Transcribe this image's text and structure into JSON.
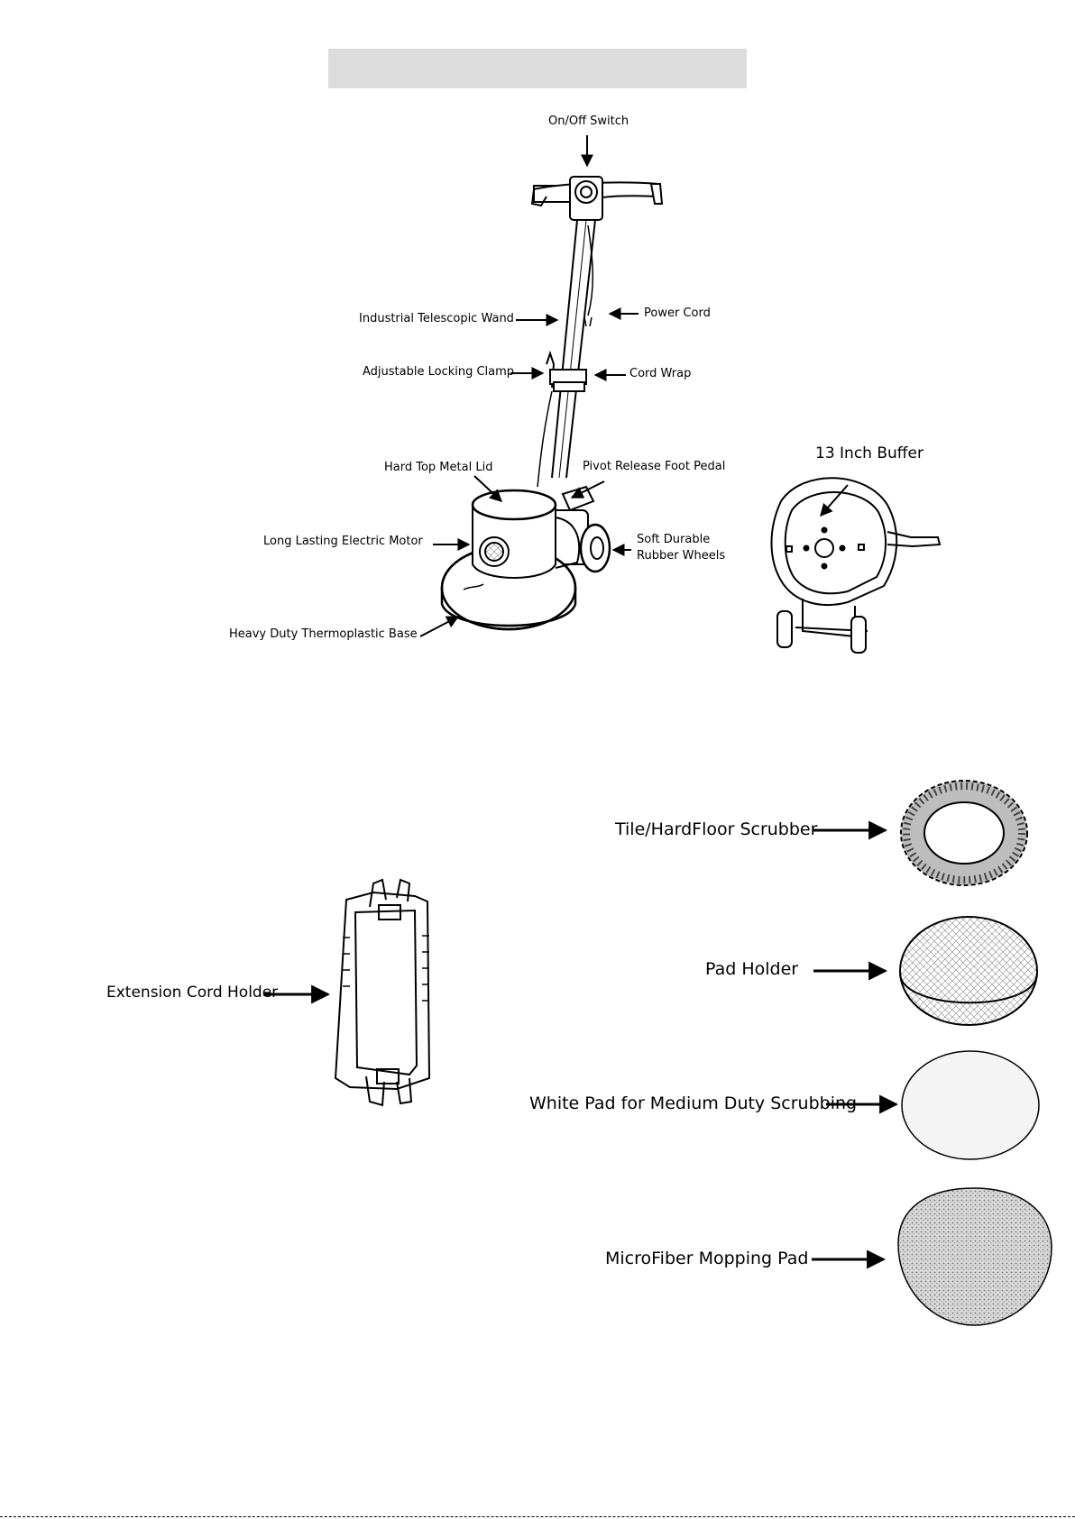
{
  "header": {
    "bar_color": "#dcdcdc"
  },
  "labels": {
    "on_off_switch": "On/Off Switch",
    "industrial_wand": "Industrial Telescopic Wand",
    "power_cord": "Power Cord",
    "locking_clamp": "Adjustable Locking Clamp",
    "cord_wrap": "Cord Wrap",
    "metal_lid": "Hard Top Metal Lid",
    "foot_pedal": "Pivot Release Foot Pedal",
    "electric_motor": "Long Lasting Electric Motor",
    "wheels_line1": "Soft Durable",
    "wheels_line2": "Rubber Wheels",
    "thermoplastic_base": "Heavy Duty Thermoplastic Base",
    "buffer_13_inch": "13 Inch Buffer",
    "extension_cord_holder": "Extension Cord Holder",
    "scrubber": "Tile/HardFloor Scrubber",
    "pad_holder": "Pad Holder",
    "white_pad": "White Pad for Medium Duty Scrubbing",
    "microfiber_pad": "MicroFiber Mopping Pad"
  },
  "icons": {
    "floor_machine": "floor-machine-illustration",
    "buffer_underside": "buffer-underside-illustration",
    "cord_holder": "extension-cord-holder-illustration",
    "scrubber": "scrubber-brush-illustration",
    "pad_holder": "pad-holder-disc-illustration",
    "white_pad": "white-pad-disc-illustration",
    "microfiber": "microfiber-pad-illustration"
  }
}
